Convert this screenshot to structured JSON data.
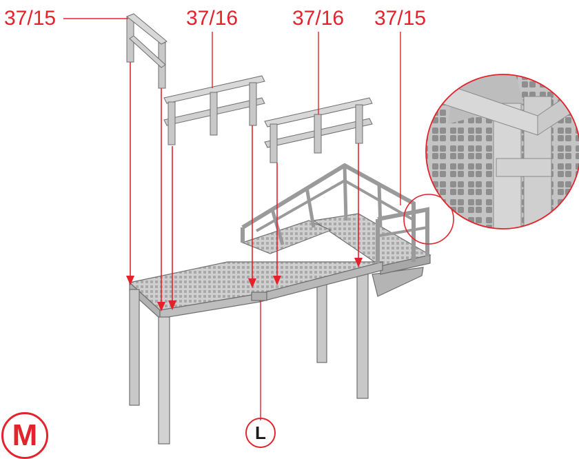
{
  "colors": {
    "accent": "#e3232b",
    "part": "#c8c8c8",
    "part_light": "#dcdcdc",
    "part_dark": "#9a9a9a",
    "outline": "#6e6e6e",
    "background": "#ffffff"
  },
  "part_labels": [
    {
      "id": "railing-left-end",
      "text": "37/15"
    },
    {
      "id": "railing-mid-left",
      "text": "37/16"
    },
    {
      "id": "railing-mid-right",
      "text": "37/16"
    },
    {
      "id": "railing-right-end",
      "text": "37/15"
    }
  ],
  "markers": {
    "joint": "L",
    "step": "M"
  }
}
